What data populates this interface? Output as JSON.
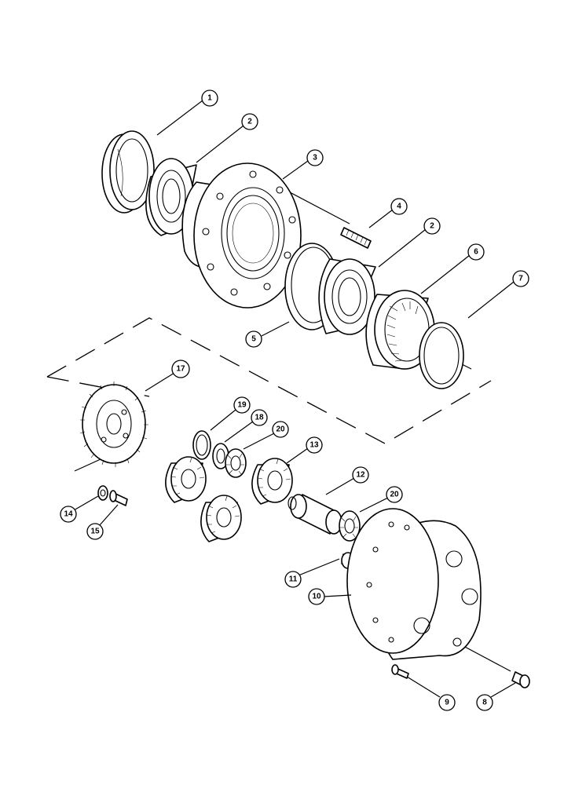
{
  "callouts": [
    {
      "id": "c1",
      "label": "1"
    },
    {
      "id": "c2a",
      "label": "2"
    },
    {
      "id": "c3",
      "label": "3"
    },
    {
      "id": "c4",
      "label": "4"
    },
    {
      "id": "c2b",
      "label": "2"
    },
    {
      "id": "c6",
      "label": "6"
    },
    {
      "id": "c7",
      "label": "7"
    },
    {
      "id": "c5",
      "label": "5"
    },
    {
      "id": "c17",
      "label": "17"
    },
    {
      "id": "c19",
      "label": "19"
    },
    {
      "id": "c18",
      "label": "18"
    },
    {
      "id": "c20a",
      "label": "20"
    },
    {
      "id": "c13",
      "label": "13"
    },
    {
      "id": "c12",
      "label": "12"
    },
    {
      "id": "c20b",
      "label": "20"
    },
    {
      "id": "c14",
      "label": "14"
    },
    {
      "id": "c15",
      "label": "15"
    },
    {
      "id": "c11",
      "label": "11"
    },
    {
      "id": "c10",
      "label": "10"
    },
    {
      "id": "c9",
      "label": "9"
    },
    {
      "id": "c8",
      "label": "8"
    }
  ]
}
